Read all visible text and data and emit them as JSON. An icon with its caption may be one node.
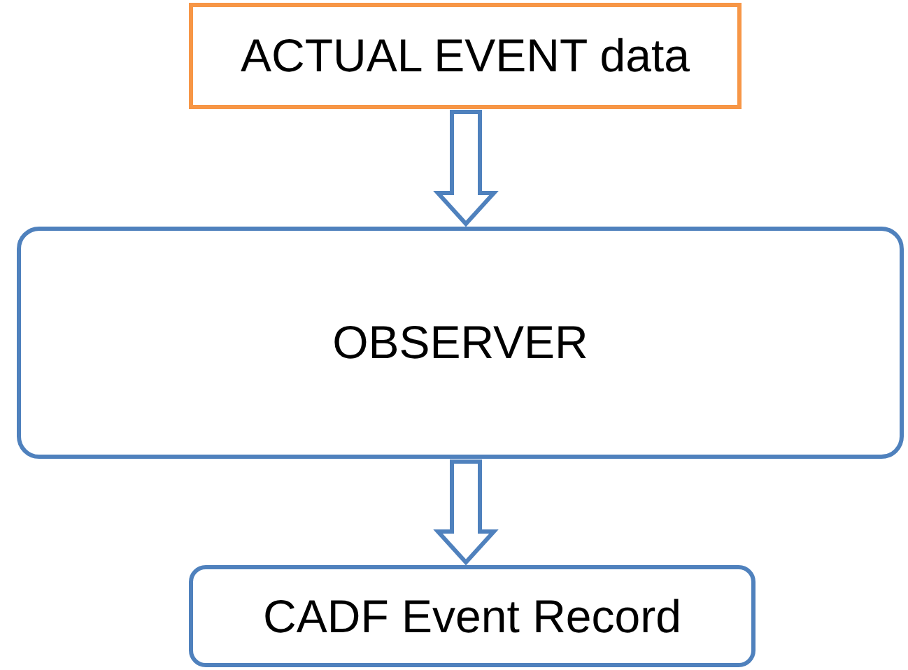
{
  "diagram": {
    "nodes": [
      {
        "text": [
          "ACTUAL EVENT data"
        ]
      },
      {
        "text": [
          "OBSERVER"
        ]
      },
      {
        "text": [
          "CADF Event Record"
        ]
      }
    ],
    "edges": [
      {
        "from": 0,
        "to": 1,
        "arrow": "to"
      },
      {
        "from": 1,
        "to": 2,
        "arrow": "to"
      }
    ]
  }
}
